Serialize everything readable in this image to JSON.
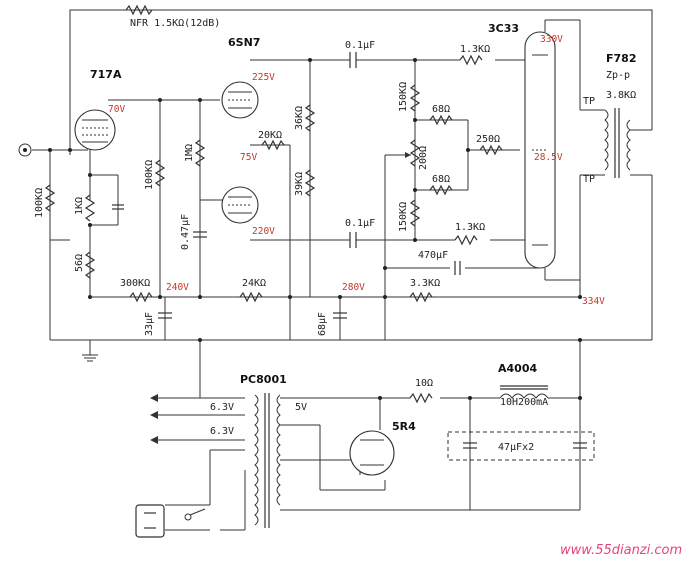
{
  "components": {
    "tubes": {
      "input": "717A",
      "driver": "6SN7",
      "output": "3C33",
      "rectifier": "5R4"
    },
    "transformers": {
      "output": "F782",
      "output_impedance": "Zp-p",
      "output_impedance_value": "3.8KΩ",
      "power": "PC8001",
      "choke": "A4004",
      "choke_spec": "10H200mA"
    },
    "resistors": {
      "nfb": "NFR 1.5KΩ(12dB)",
      "r_in": "100KΩ",
      "r_1k": "1KΩ",
      "r_56": "56Ω",
      "r_100k_load": "100KΩ",
      "r_1m": "1MΩ",
      "r_300k": "300KΩ",
      "r_24k": "24KΩ",
      "r_20k": "20KΩ",
      "r_36k": "36KΩ",
      "r_39k": "39KΩ",
      "r_150k_top": "150KΩ",
      "r_150k_bot": "150KΩ",
      "r_200": "200Ω",
      "r_68_top": "68Ω",
      "r_68_bot": "68Ω",
      "r_250": "250Ω",
      "r_13k_top": "1.3KΩ",
      "r_13k_bot": "1.3KΩ",
      "r_33k": "3.3KΩ",
      "r_10": "10Ω"
    },
    "capacitors": {
      "c_01_top": "0.1μF",
      "c_01_bot": "0.1μF",
      "c_047": "0.47μF",
      "c_33": "33μF",
      "c_68": "68μF",
      "c_470": "470μF",
      "c_filter": "47μFx2"
    },
    "labels": {
      "tp1": "TP",
      "tp2": "TP",
      "heater1": "6.3V",
      "heater2": "6.3V",
      "rect_heater": "5V"
    }
  },
  "voltages": {
    "v70": "70V",
    "v225": "225V",
    "v75": "75V",
    "v220": "220V",
    "v240": "240V",
    "v280": "280V",
    "v330": "330V",
    "v285": "28.5V",
    "v334": "334V"
  },
  "watermark": "www.55dianzi.com",
  "colors": {
    "voltage": "#c0392b",
    "heater_voltage": "#1f3a93",
    "watermark": "#e6447a"
  }
}
